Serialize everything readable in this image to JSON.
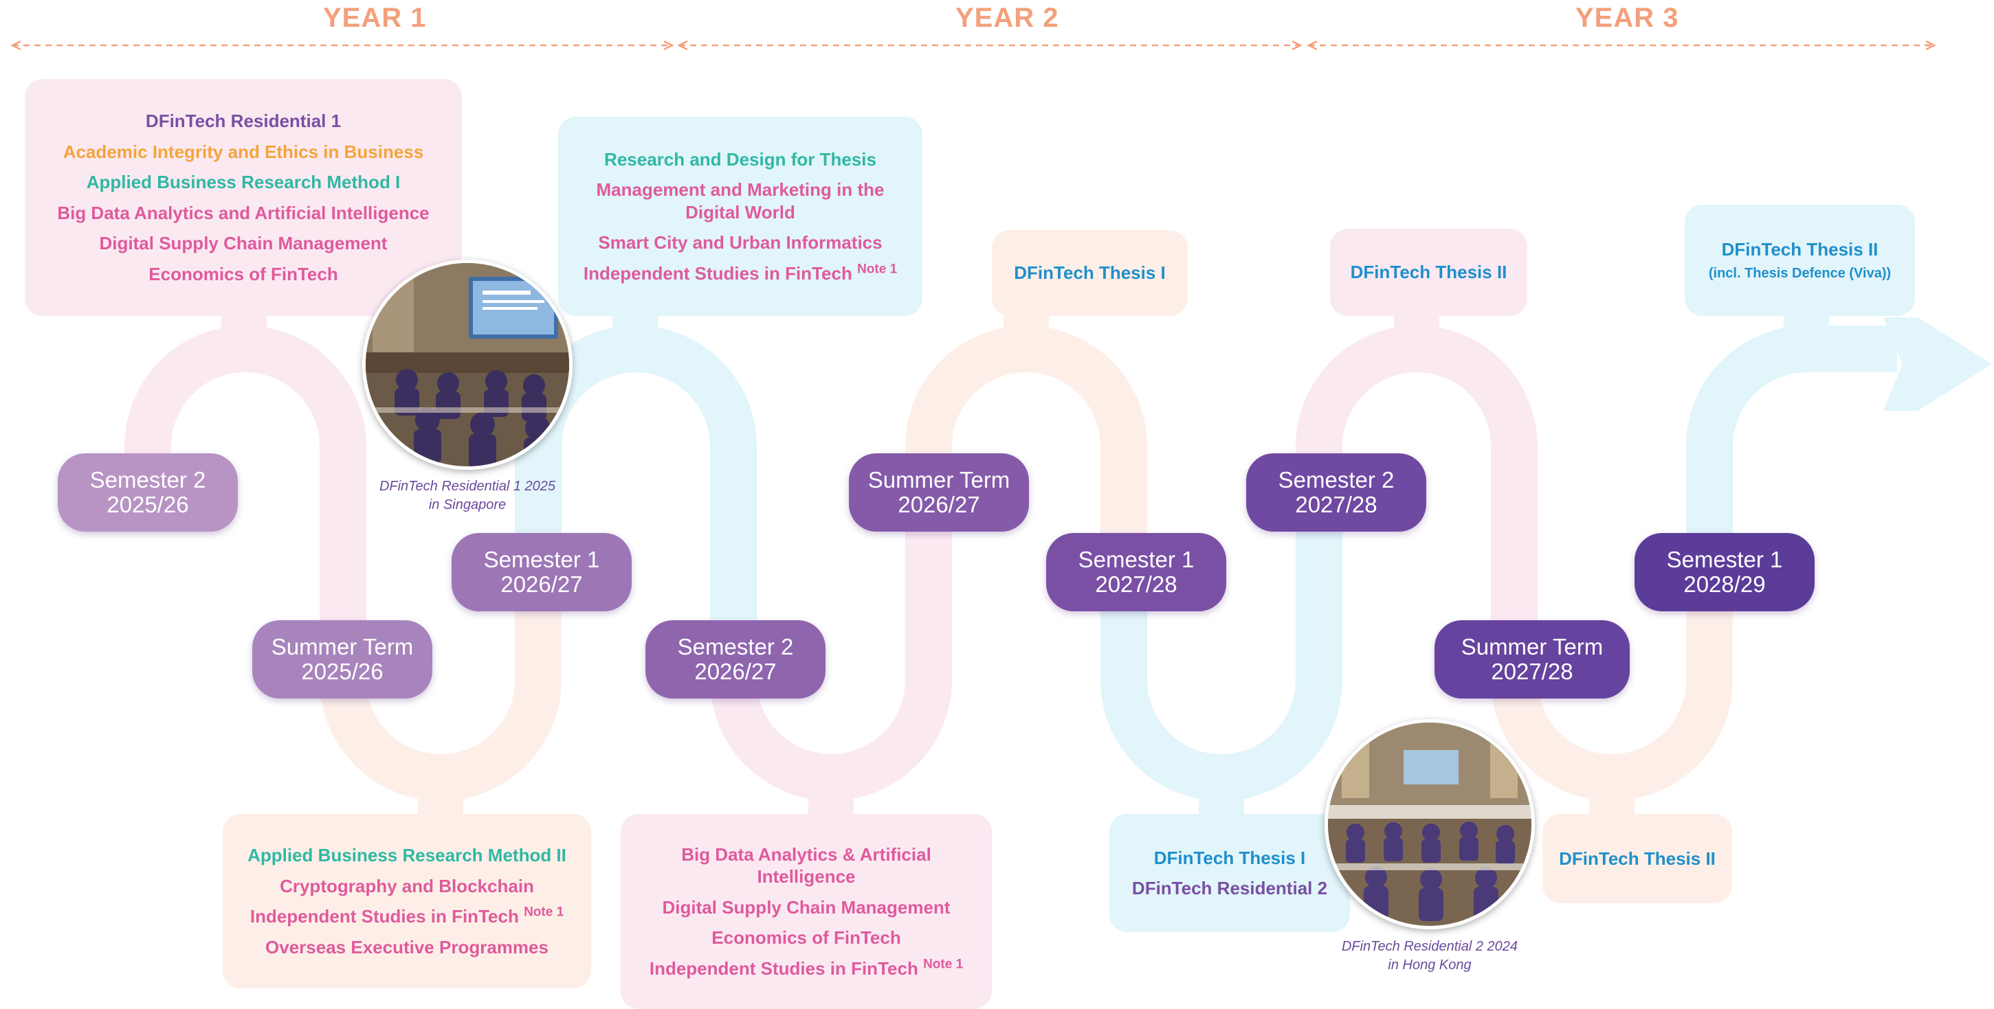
{
  "years": [
    "YEAR 1",
    "YEAR 2",
    "YEAR 3"
  ],
  "colors": {
    "year_label": "#f3a07b",
    "pink_fill": "#fbe9f2",
    "blue_fill": "#e1f5fa",
    "peach_fill": "#fdefe8",
    "purple": "#7a4fa3",
    "orange": "#f4a43a",
    "teal": "#30b8a3",
    "pink": "#df5a9c",
    "blue": "#1f8fcb"
  },
  "course_boxes": [
    {
      "id": "sem2-2025",
      "items": [
        {
          "text": "DFinTech Residential 1",
          "color": "purple"
        },
        {
          "text": "Academic Integrity and Ethics in Business",
          "color": "orange"
        },
        {
          "text": "Applied Business Research Method I",
          "color": "teal"
        },
        {
          "text": "Big Data Analytics and Artificial Intelligence",
          "color": "pink"
        },
        {
          "text": "Digital Supply Chain Management",
          "color": "pink"
        },
        {
          "text": "Economics of FinTech",
          "color": "pink"
        }
      ]
    },
    {
      "id": "summer-2025",
      "items": [
        {
          "text": "Applied Business Research Method II",
          "color": "teal"
        },
        {
          "text": "Cryptography and Blockchain",
          "color": "pink"
        },
        {
          "text": "Independent Studies in FinTech",
          "note": "Note 1",
          "color": "pink"
        },
        {
          "text": "Overseas Executive Programmes",
          "color": "pink"
        }
      ]
    },
    {
      "id": "sem1-2026",
      "items": [
        {
          "text": "Research and Design for Thesis",
          "color": "teal"
        },
        {
          "text": "Management and Marketing in the Digital World",
          "color": "pink"
        },
        {
          "text": "Smart City and Urban Informatics",
          "color": "pink"
        },
        {
          "text": "Independent Studies in FinTech",
          "note": "Note 1",
          "color": "pink"
        }
      ]
    },
    {
      "id": "sem2-2026",
      "items": [
        {
          "text": "Big Data Analytics & Artificial Intelligence",
          "color": "pink"
        },
        {
          "text": "Digital Supply Chain Management",
          "color": "pink"
        },
        {
          "text": "Economics of FinTech",
          "color": "pink"
        },
        {
          "text": "Independent Studies in FinTech",
          "note": "Note 1",
          "color": "pink"
        }
      ]
    },
    {
      "id": "summer-2026",
      "items": [
        {
          "text": "DFinTech Thesis I",
          "color": "blue"
        }
      ]
    },
    {
      "id": "sem1-2027",
      "items": [
        {
          "text": "DFinTech Thesis I",
          "color": "blue"
        },
        {
          "text": "DFinTech Residential 2",
          "color": "purple"
        }
      ]
    },
    {
      "id": "sem2-2027",
      "items": [
        {
          "text": "DFinTech Thesis II",
          "color": "blue"
        }
      ]
    },
    {
      "id": "summer-2027",
      "items": [
        {
          "text": "DFinTech Thesis II",
          "color": "blue"
        }
      ]
    },
    {
      "id": "sem1-2028",
      "items": [
        {
          "text": "DFinTech Thesis II",
          "sub": "(incl. Thesis Defence (Viva))",
          "color": "blue"
        }
      ]
    }
  ],
  "terms": [
    {
      "id": "sem2-2025",
      "line1": "Semester 2",
      "line2": "2025/26",
      "color": "#b894c4"
    },
    {
      "id": "summer-2025",
      "line1": "Summer Term",
      "line2": "2025/26",
      "color": "#a884bd"
    },
    {
      "id": "sem1-2026",
      "line1": "Semester 1",
      "line2": "2026/27",
      "color": "#9d76b6"
    },
    {
      "id": "sem2-2026",
      "line1": "Semester 2",
      "line2": "2026/27",
      "color": "#8f66ae"
    },
    {
      "id": "summer-2026",
      "line1": "Summer Term",
      "line2": "2026/27",
      "color": "#845aa9"
    },
    {
      "id": "sem1-2027",
      "line1": "Semester 1",
      "line2": "2027/28",
      "color": "#7a50a5"
    },
    {
      "id": "sem2-2027",
      "line1": "Semester 2",
      "line2": "2027/28",
      "color": "#7049a2"
    },
    {
      "id": "summer-2027",
      "line1": "Summer Term",
      "line2": "2027/28",
      "color": "#66439e"
    },
    {
      "id": "sem1-2028",
      "line1": "Semester 1",
      "line2": "2028/29",
      "color": "#5c3c99"
    }
  ],
  "photos": [
    {
      "caption_line1": "DFinTech Residential 1 2025",
      "caption_line2": "in Singapore"
    },
    {
      "caption_line1": "DFinTech Residential 2 2024",
      "caption_line2": "in Hong Kong"
    }
  ]
}
